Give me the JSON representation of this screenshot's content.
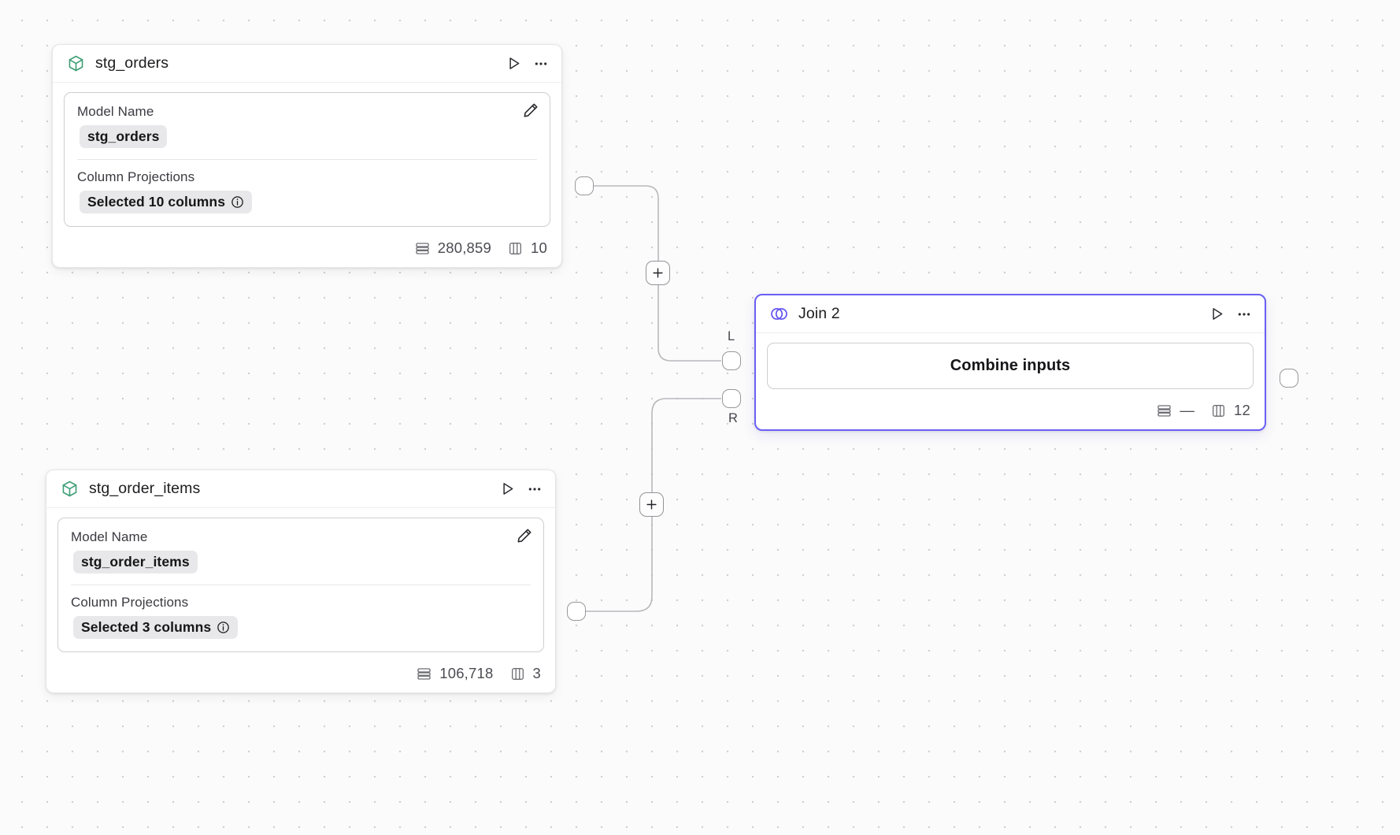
{
  "canvas": {
    "background_color": "#fbfbfb",
    "dot_color": "#d0cfd2",
    "accent_color": "#6b5ff5",
    "model_icon_color": "#3f9f76"
  },
  "nodes": [
    {
      "id": "stg-orders",
      "title": "stg_orders",
      "type_icon": "cube-icon",
      "run_label": "Run",
      "menu_label": "More options",
      "fields": [
        {
          "label": "Model Name",
          "value": "stg_orders"
        },
        {
          "label": "Column Projections",
          "value": "Selected 10 columns"
        }
      ],
      "edit_label": "Edit",
      "footer": {
        "rows": "280,859",
        "columns": "10"
      }
    },
    {
      "id": "stg-order-items",
      "title": "stg_order_items",
      "type_icon": "cube-icon",
      "run_label": "Run",
      "menu_label": "More options",
      "fields": [
        {
          "label": "Model Name",
          "value": "stg_order_items"
        },
        {
          "label": "Column Projections",
          "value": "Selected 3 columns"
        }
      ],
      "edit_label": "Edit",
      "footer": {
        "rows": "106,718",
        "columns": "3"
      }
    },
    {
      "id": "join-2",
      "title": "Join 2",
      "type_icon": "venn-icon",
      "run_label": "Run",
      "menu_label": "More options",
      "selected": true,
      "action_button": "Combine inputs",
      "input_ports": [
        {
          "label": "L",
          "name": "left"
        },
        {
          "label": "R",
          "name": "right"
        }
      ],
      "footer": {
        "rows": "—",
        "columns": "12"
      }
    }
  ],
  "edges": [
    {
      "from": "stg_orders",
      "to": "Join 2 L",
      "add_label": "+"
    },
    {
      "from": "stg_order_items",
      "to": "Join 2 R",
      "add_label": "+"
    }
  ]
}
